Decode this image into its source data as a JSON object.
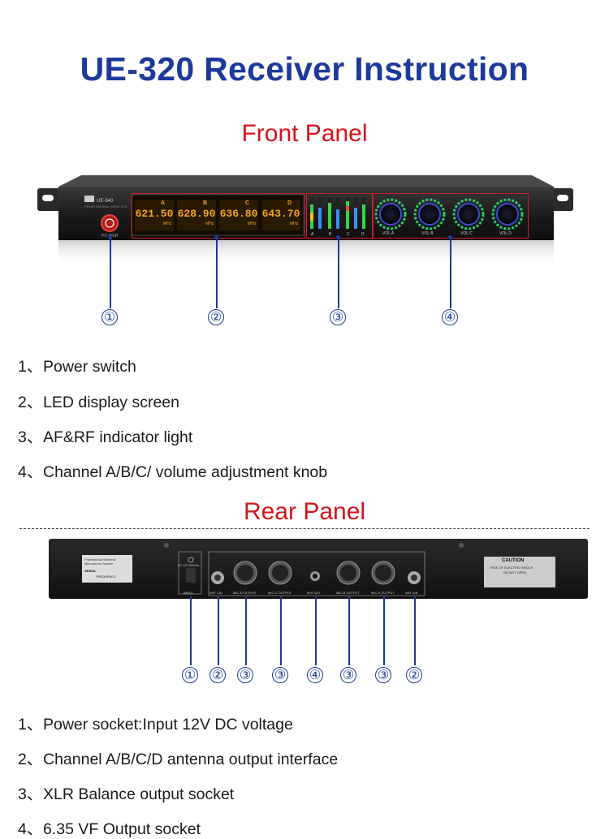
{
  "title": "UE-320 Receiver Instruction",
  "front": {
    "heading": "Front Panel",
    "display_channels": [
      {
        "freq": "621.50",
        "unit": "MHz",
        "ch": "A"
      },
      {
        "freq": "628.90",
        "unit": "MHz",
        "ch": "B"
      },
      {
        "freq": "636.80",
        "unit": "MHz",
        "ch": "C"
      },
      {
        "freq": "643.70",
        "unit": "MHz",
        "ch": "D"
      }
    ],
    "knob_labels": [
      "VOL A",
      "VOL B",
      "VOL C",
      "VOL D"
    ],
    "meter_labels": [
      "A",
      "B",
      "C",
      "D"
    ],
    "power_label": "PO WER",
    "callouts": [
      "①",
      "②",
      "③",
      "④"
    ],
    "items": [
      {
        "num": "1、",
        "text": "Power switch"
      },
      {
        "num": "2、",
        "text": "LED display screen"
      },
      {
        "num": "3、",
        "text": "AF&RF indicator light"
      },
      {
        "num": "4、",
        "text": "Channel A/B/C/  volume adjustment knob"
      }
    ]
  },
  "rear": {
    "heading": "Rear Panel",
    "label_plate": [
      "Professional Wireless",
      "Microphone System",
      "SERIAL",
      "FREQUENCY"
    ],
    "port_labels": [
      "INPUT",
      "ANT C/D",
      "MIC-D OUTPUT",
      "MIC-C OUTPUT",
      "MIX OUT",
      "MIC-B OUTPUT",
      "MIC-A OUTPUT",
      "ANT A/B"
    ],
    "dc_label": "DC 12V/1000mA",
    "caution": {
      "title": "CAUTION",
      "line1": "RISK OF ELECTRIC SHOCK",
      "line2": "DO NOT OPEN"
    },
    "callouts": [
      "①",
      "②",
      "③",
      "③",
      "④",
      "③",
      "③",
      "②"
    ],
    "items": [
      {
        "num": "1、",
        "text": "Power socket:Input 12V DC voltage"
      },
      {
        "num": "2、",
        "text": "Channel A/B/C/D antenna output interface"
      },
      {
        "num": "3、",
        "text": "XLR Balance output socket"
      },
      {
        "num": "4、",
        "text": "6.35 VF Output socket"
      }
    ]
  },
  "colors": {
    "title": "#1b3a9a",
    "heading": "#d4141a",
    "accent": "#c8202a",
    "display": "#f5a623"
  }
}
